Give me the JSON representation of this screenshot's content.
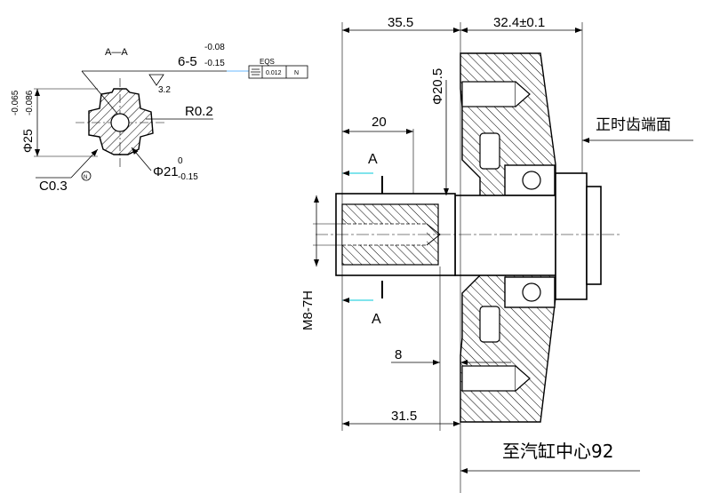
{
  "section_view": {
    "title": "A—A",
    "spline_spec_main": "6-5",
    "spline_spec_upper_tol": "-0.08",
    "spline_spec_lower_tol": "-0.15",
    "roughness": "3.2",
    "diameter_main": "Φ25",
    "diameter_upper_tol": "-0.065",
    "diameter_lower_tol": "-0.086",
    "radius": "R0.2",
    "chamfer": "C0.3",
    "minor_diameter_main": "Φ21",
    "minor_diameter_upper_tol": "0",
    "minor_diameter_lower_tol": "-0.15",
    "symmetry_tol": {
      "label": "EQS",
      "value": "0.012",
      "datum": "N"
    },
    "datum_marker": "N"
  },
  "main_view": {
    "dim_top_left": "35.5",
    "dim_top_right": "32.4±0.1",
    "dim_spline_length": "20",
    "dim_bore_diameter": "Φ20.5",
    "thread": "M8-7H",
    "dim_bottom_small": "8",
    "dim_bottom_left": "31.5",
    "section_mark_top": "A",
    "section_mark_bottom": "A",
    "label_gear_face": "正时齿端面",
    "label_cylinder_center": "至汽缸中心92"
  },
  "colors": {
    "line": "#000000",
    "cut_marker": "#00c8d8",
    "highlight": "#39a0ff"
  }
}
